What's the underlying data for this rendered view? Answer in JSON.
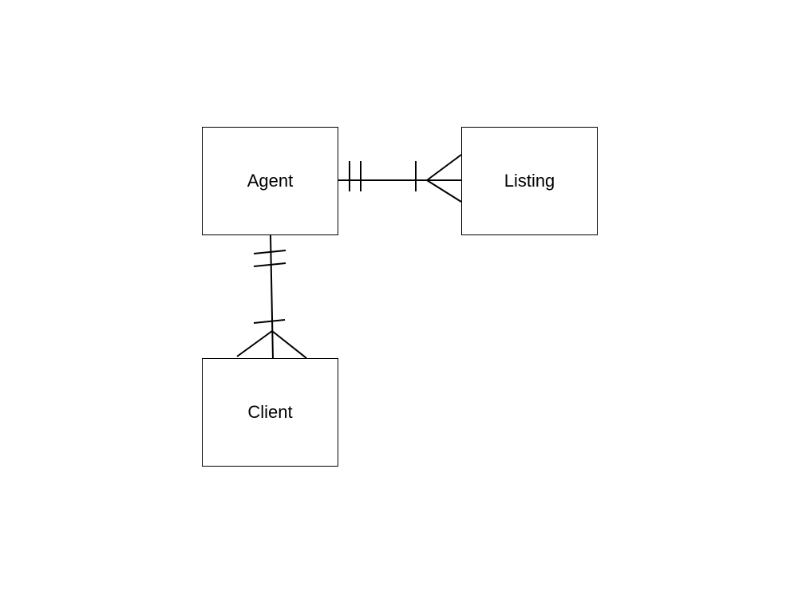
{
  "diagram": {
    "type": "entity-relationship",
    "entities": [
      {
        "id": "agent",
        "label": "Agent"
      },
      {
        "id": "listing",
        "label": "Listing"
      },
      {
        "id": "client",
        "label": "Client"
      }
    ],
    "relationships": [
      {
        "name": "agent-listing",
        "from": "agent",
        "to": "listing",
        "from_cardinality": "one-and-only-one",
        "to_cardinality": "one-or-many"
      },
      {
        "name": "agent-client",
        "from": "agent",
        "to": "client",
        "from_cardinality": "one-and-only-one",
        "to_cardinality": "one-or-many"
      }
    ],
    "line_color": "#000000",
    "background_color": "#ffffff"
  }
}
